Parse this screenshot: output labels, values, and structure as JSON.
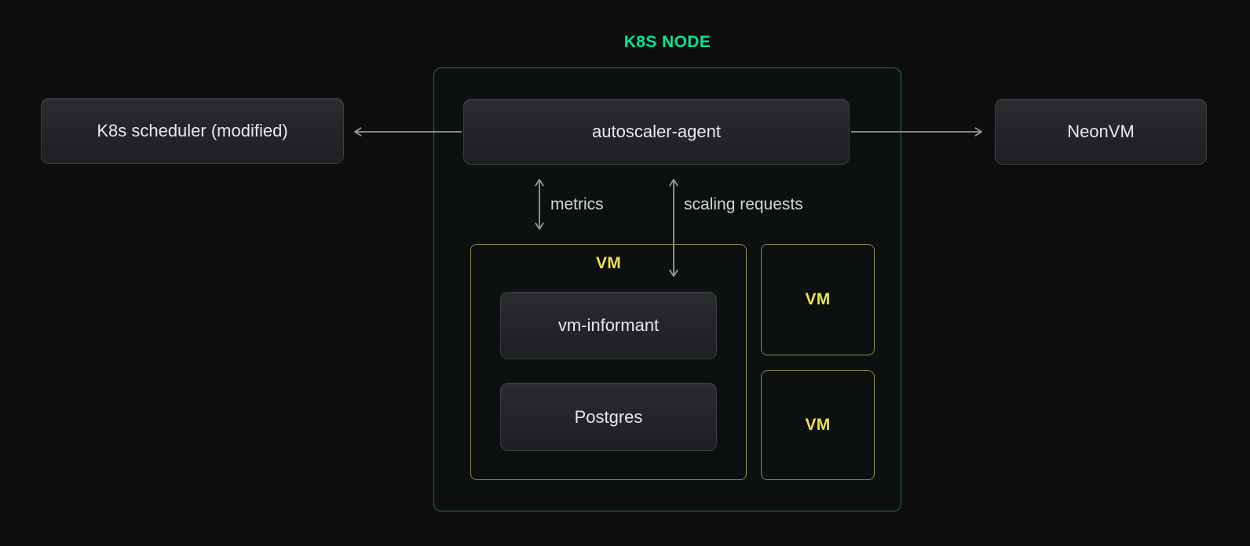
{
  "diagram": {
    "title": "K8S NODE",
    "nodes": {
      "scheduler": "K8s scheduler (modified)",
      "autoscaler_agent": "autoscaler-agent",
      "neonvm": "NeonVM",
      "vm_informant": "vm-informant",
      "postgres": "Postgres"
    },
    "vm_labels": [
      "VM",
      "VM",
      "VM"
    ],
    "edge_labels": {
      "metrics": "metrics",
      "scaling_requests": "scaling requests"
    },
    "colors": {
      "accent_green": "#00e599",
      "node_boundary_green": "#20705a",
      "vm_yellow": "#ebe24e",
      "vm_border_yellow": "#8e8945",
      "arrow_gray": "#97989b",
      "box_fill": "#27282c",
      "box_border": "#3d3e43",
      "background": "#0d0d0d",
      "text": "#e9e9eb"
    }
  }
}
